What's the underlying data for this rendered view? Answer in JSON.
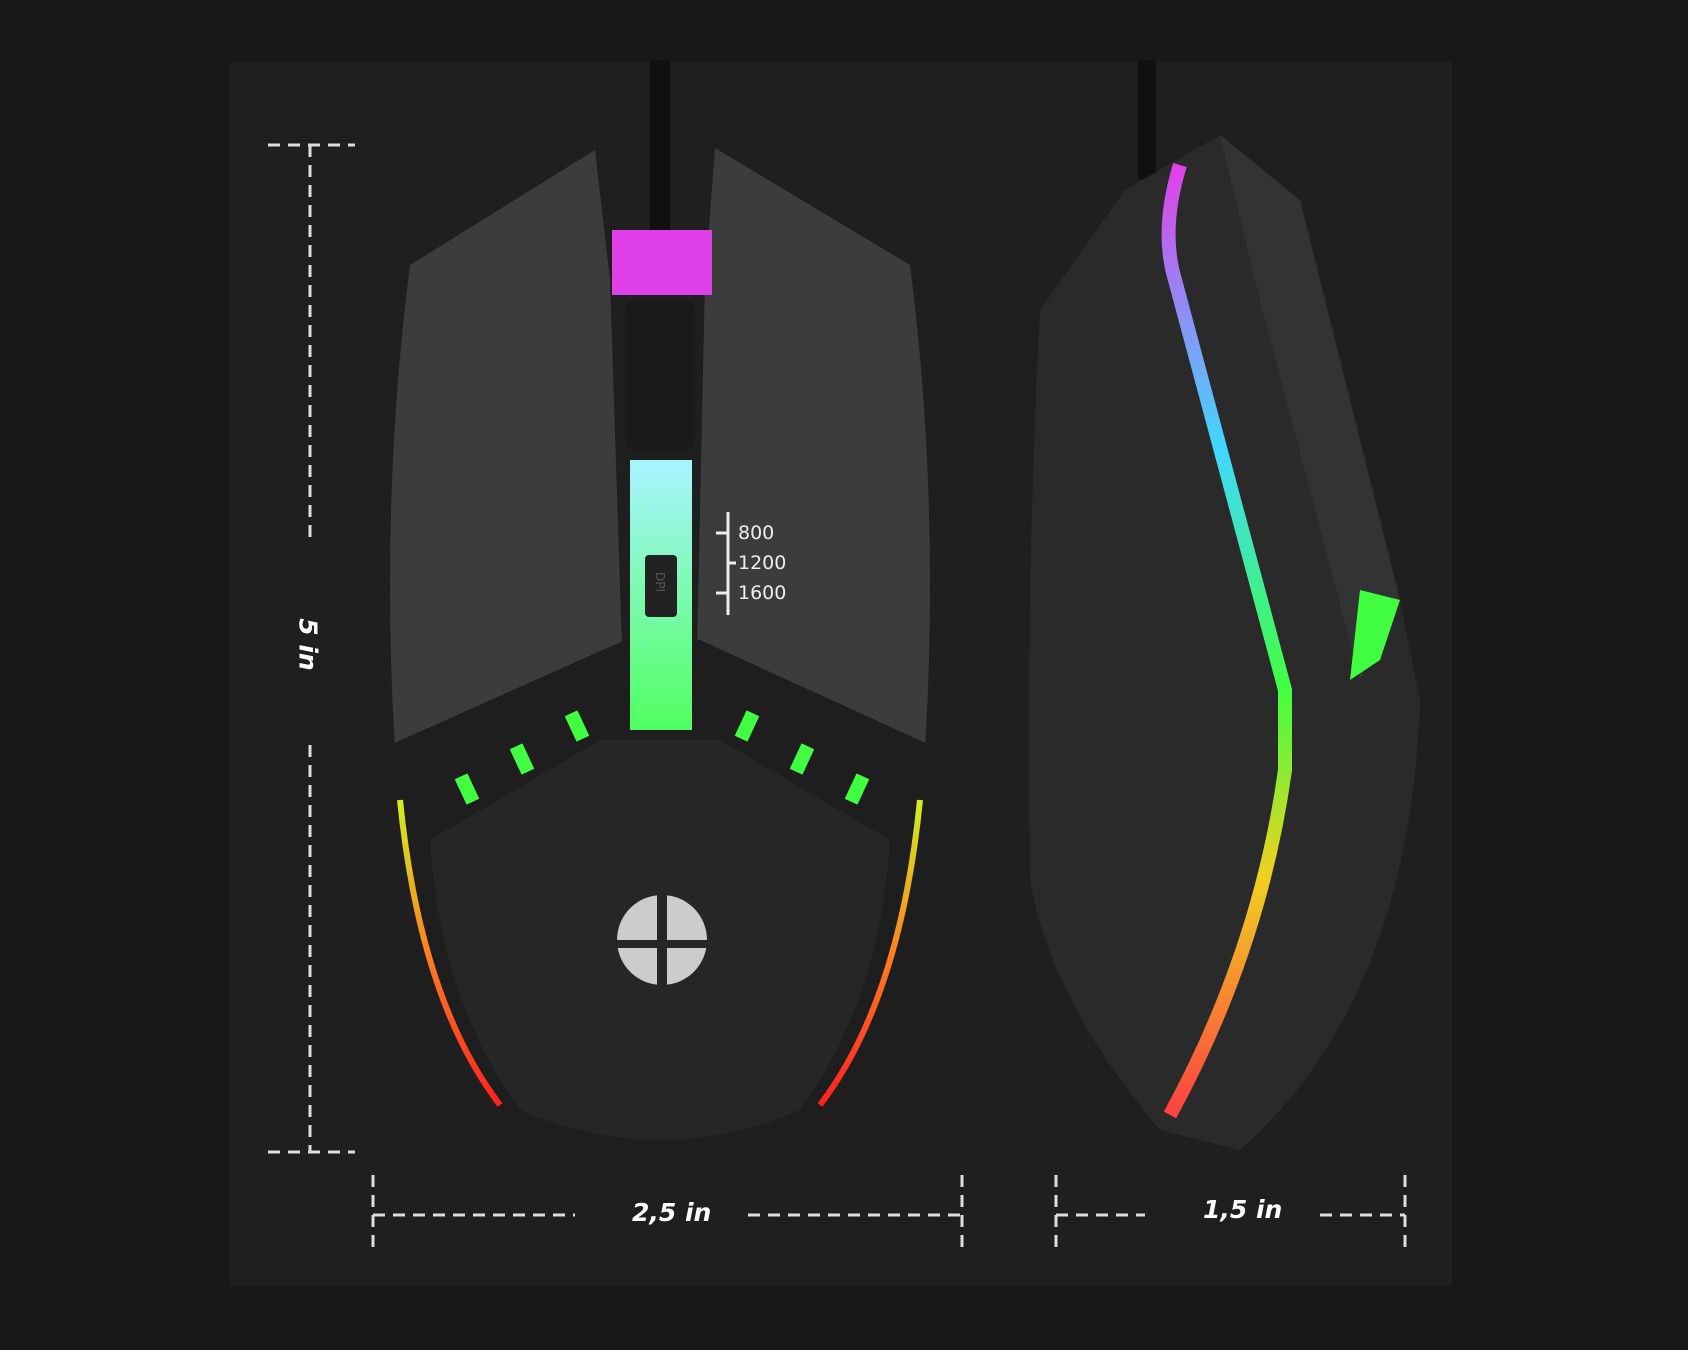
{
  "dimensions": {
    "height": "5 in",
    "width": "2,5 in",
    "depth": "1,5 in"
  },
  "dpi_button": "DPI",
  "dpi_levels": [
    "800",
    "1200",
    "1600"
  ],
  "colors": {
    "background": "#181818",
    "body": "#3a3a3a",
    "magenta": "#e040e8",
    "green": "#40ff40",
    "cyan": "#a0f8ff",
    "red": "#ff3030"
  }
}
